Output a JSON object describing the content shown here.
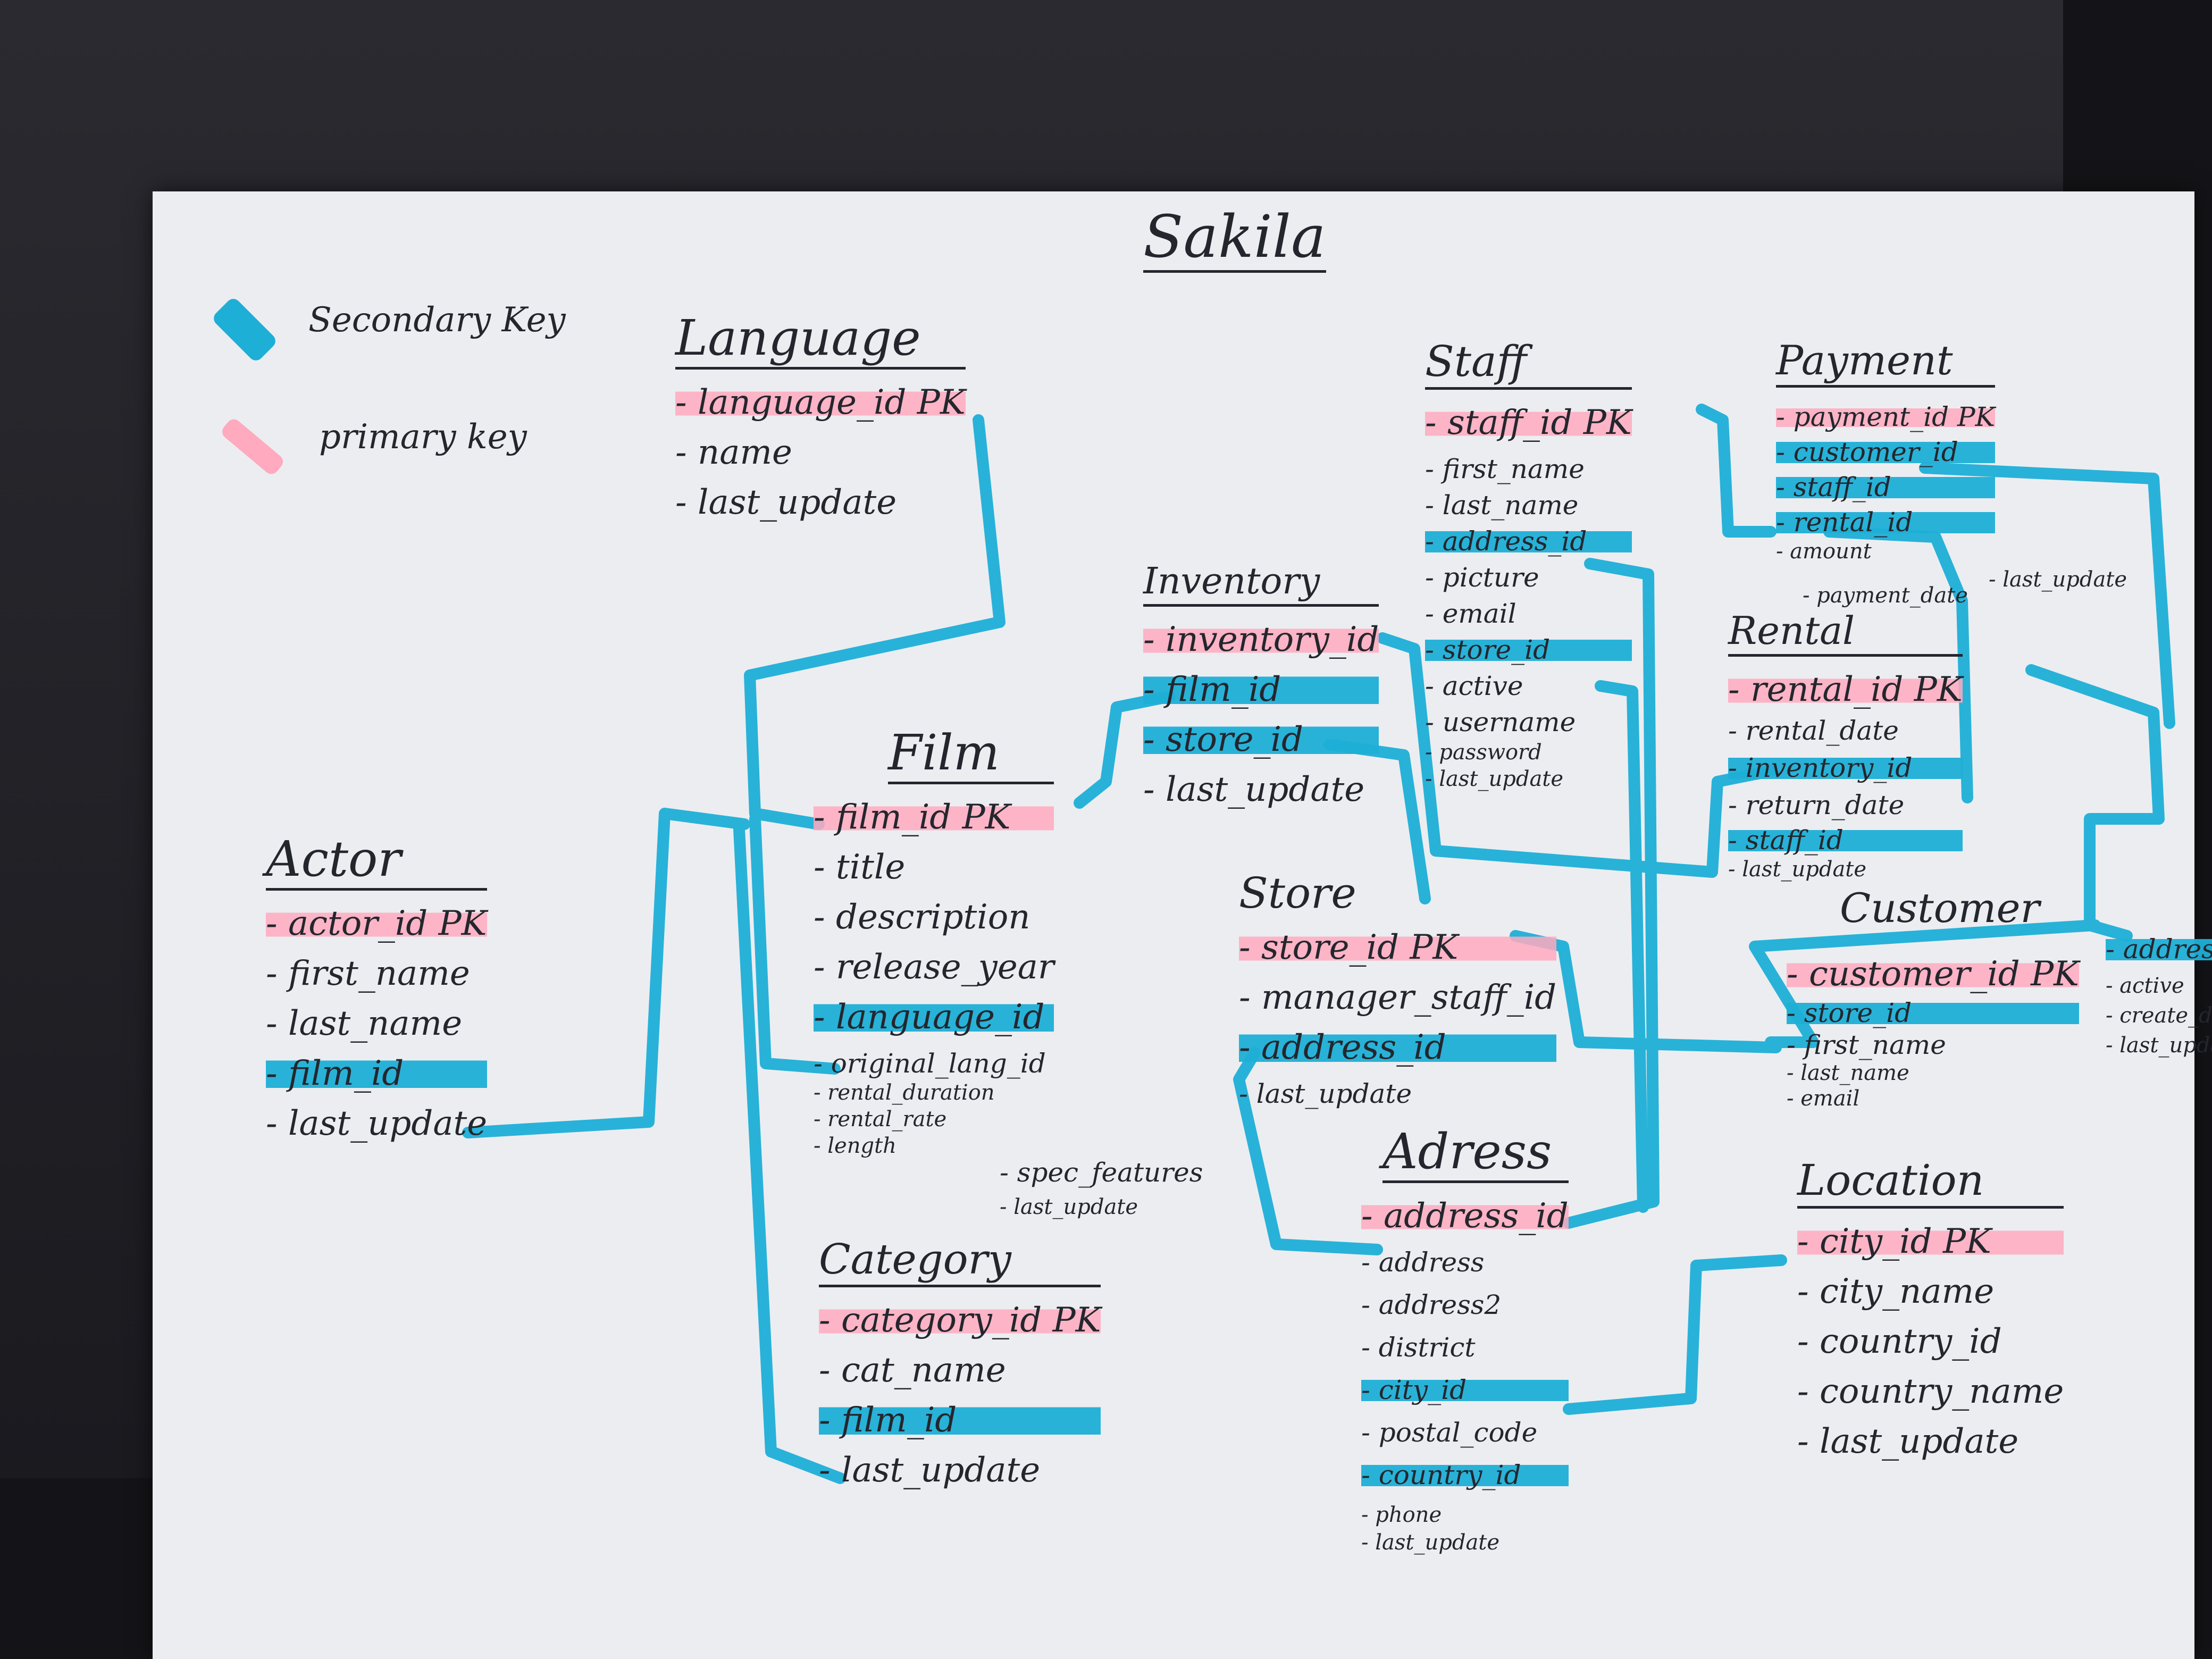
{
  "diagram": {
    "title": "Sakila",
    "legend": {
      "secondary_key_label": "Secondary Key",
      "primary_key_label": "primary key",
      "secondary_key_color": "#1eafd7",
      "primary_key_color": "#ffaabe"
    },
    "tables": {
      "language": {
        "name": "Language",
        "fields": [
          "- language_id  PK",
          "- name",
          "- last_update"
        ]
      },
      "actor": {
        "name": "Actor",
        "fields": [
          "- actor_id  PK",
          "- first_name",
          "- last_name",
          "- film_id",
          "- last_update"
        ]
      },
      "film": {
        "name": "Film",
        "fields": [
          "- film_id  PK",
          "- title",
          "- description",
          "- release_year",
          "- language_id",
          "- original_lang_id",
          "- rental_duration",
          "- rental_rate",
          "- length",
          "- spec_features",
          "- last_update"
        ]
      },
      "category": {
        "name": "Category",
        "fields": [
          "- category_id  PK",
          "- cat_name",
          "- film_id",
          "- last_update"
        ]
      },
      "inventory": {
        "name": "Inventory",
        "fields": [
          "- inventory_id",
          "- film_id",
          "- store_id",
          "- last_update"
        ]
      },
      "store": {
        "name": "Store",
        "fields": [
          "- store_id  PK",
          "- manager_staff_id",
          "- address_id",
          "- last_update"
        ]
      },
      "staff": {
        "name": "Staff",
        "fields": [
          "- staff_id  PK",
          "- first_name",
          "- last_name",
          "- address_id",
          "- picture",
          "- email",
          "- store_id",
          "- active",
          "- username",
          "- password",
          "- last_update"
        ]
      },
      "address": {
        "name": "Adress",
        "fields": [
          "- address_id",
          "- address",
          "- address2",
          "- district",
          "- city_id",
          "- postal_code",
          "- country_id",
          "- phone",
          "- last_update"
        ]
      },
      "payment": {
        "name": "Payment",
        "fields": [
          "- payment_id  PK",
          "- customer_id",
          "- staff_id",
          "- rental_id",
          "- amount",
          "- payment_date",
          "- last_update"
        ]
      },
      "rental": {
        "name": "Rental",
        "fields": [
          "- rental_id  PK",
          "- rental_date",
          "- inventory_id",
          "- return_date",
          "- staff_id",
          "- last_update"
        ]
      },
      "customer": {
        "name": "Customer",
        "fields": [
          "- customer_id  PK",
          "- store_id",
          "- first_name",
          "- last_name",
          "- email",
          "- address_id",
          "- active",
          "- create_date",
          "- last_update"
        ]
      },
      "location": {
        "name": "Location",
        "fields": [
          "- city_id  PK",
          "- city_name",
          "- country_id",
          "- country_name",
          "- last_update"
        ]
      }
    }
  }
}
